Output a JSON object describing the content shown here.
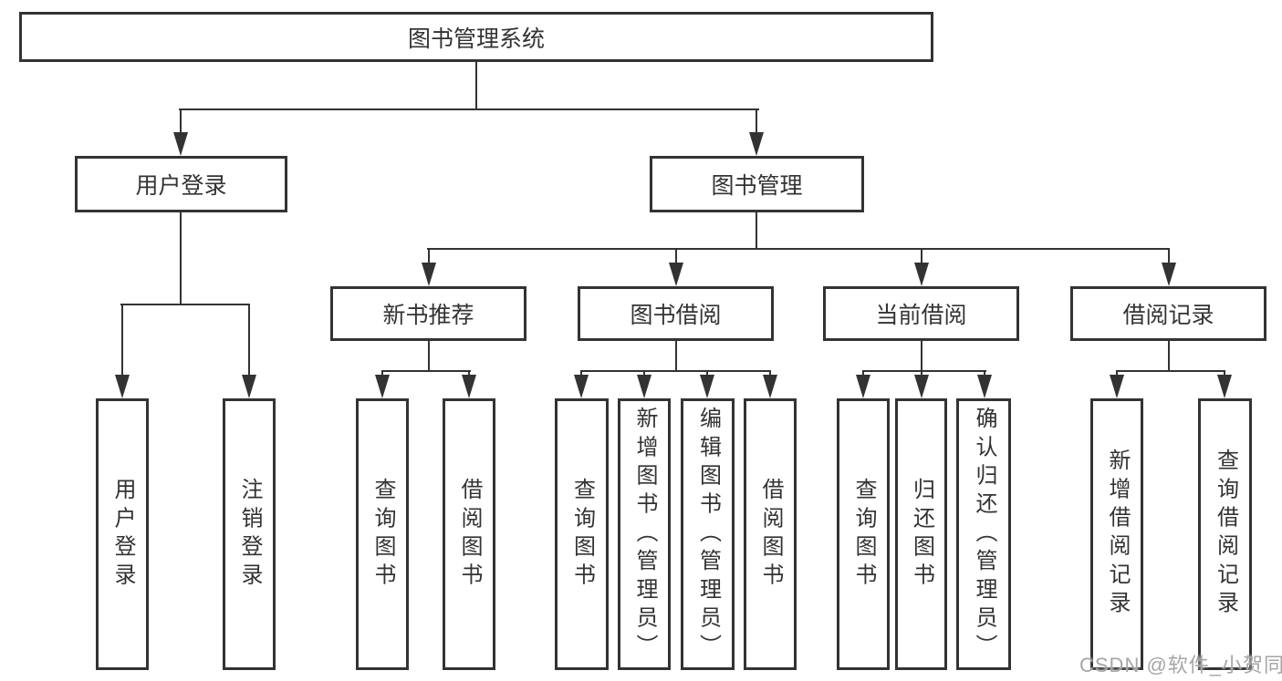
{
  "diagram": {
    "type": "hierarchy-tree",
    "root": {
      "label": "图书管理系统",
      "children": [
        {
          "label": "用户登录",
          "children": [
            {
              "label": "用户登录"
            },
            {
              "label": "注销登录"
            }
          ]
        },
        {
          "label": "图书管理",
          "children": [
            {
              "label": "新书推荐",
              "children": [
                {
                  "label": "查询图书"
                },
                {
                  "label": "借阅图书"
                }
              ]
            },
            {
              "label": "图书借阅",
              "children": [
                {
                  "label": "查询图书"
                },
                {
                  "label": "新增图书（管理员）"
                },
                {
                  "label": "编辑图书（管理员）"
                },
                {
                  "label": "借阅图书"
                }
              ]
            },
            {
              "label": "当前借阅",
              "children": [
                {
                  "label": "查询图书"
                },
                {
                  "label": "归还图书"
                },
                {
                  "label": "确认归还（管理员）"
                }
              ]
            },
            {
              "label": "借阅记录",
              "children": [
                {
                  "label": "新增借阅记录"
                },
                {
                  "label": "查询借阅记录"
                }
              ]
            }
          ]
        }
      ]
    },
    "watermark": "CSDN @软件_小贺同学",
    "colors": {
      "line": "#333333",
      "text": "#333333",
      "background": "#ffffff",
      "watermark": "#a6a6a6"
    }
  }
}
